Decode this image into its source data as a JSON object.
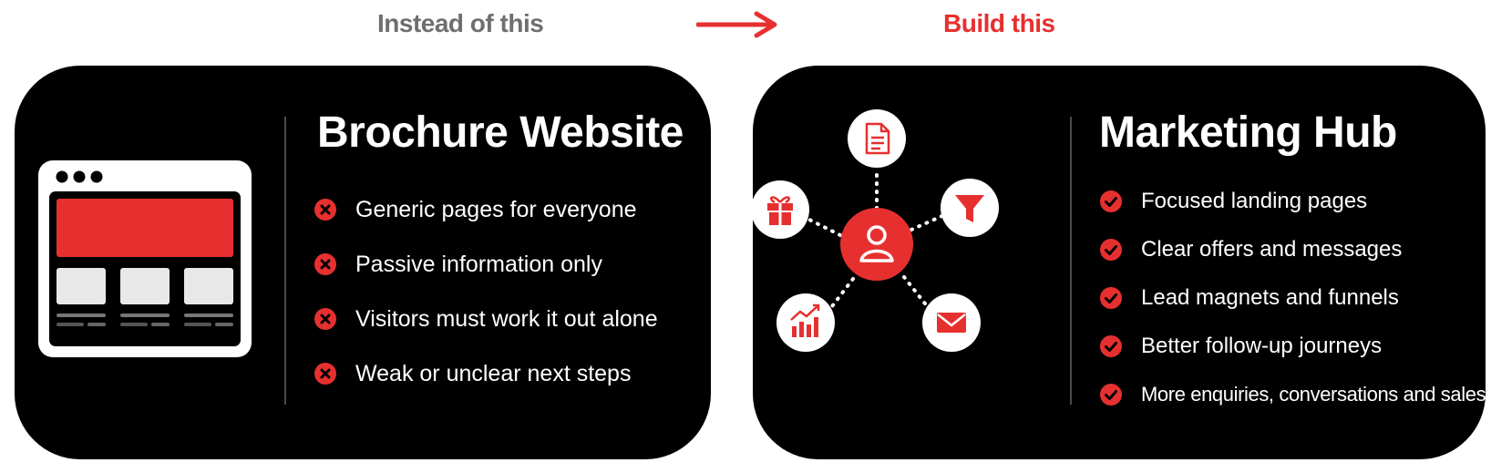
{
  "header": {
    "left_label": "Instead of this",
    "right_label": "Build this"
  },
  "colors": {
    "accent_red": "#e6302f",
    "muted_gray": "#6f6f6f",
    "card_bg": "#000000",
    "text_white": "#ffffff",
    "placeholder_light": "#e8e8e8"
  },
  "left_card": {
    "title": "Brochure Website",
    "illustration": "browser-window-icon",
    "item_icon": "x-circle-icon",
    "items": [
      "Generic pages for everyone",
      "Passive information only",
      "Visitors must work it out alone",
      "Weak or unclear next steps"
    ]
  },
  "right_card": {
    "title": "Marketing Hub",
    "item_icon": "check-circle-icon",
    "hub": {
      "center_icon": "user-icon",
      "nodes": [
        "document-icon",
        "funnel-icon",
        "envelope-icon",
        "bar-chart-icon",
        "gift-icon"
      ]
    },
    "items": [
      "Focused landing pages",
      "Clear offers and messages",
      "Lead magnets and funnels",
      "Better follow-up journeys",
      "More enquiries, conversations and sales"
    ]
  }
}
